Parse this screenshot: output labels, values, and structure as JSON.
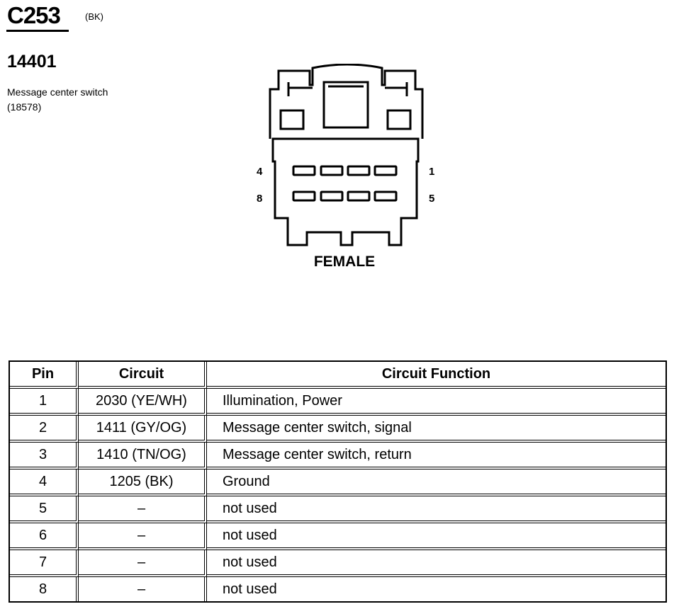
{
  "connector": {
    "id": "C253",
    "color": "(BK)",
    "part_number": "14401",
    "component": "Message center switch (18578)",
    "view": "FEMALE",
    "pin_labels": {
      "top_left": "4",
      "top_right": "1",
      "bottom_left": "8",
      "bottom_right": "5"
    }
  },
  "table": {
    "headers": {
      "pin": "Pin",
      "circuit": "Circuit",
      "function": "Circuit Function"
    },
    "rows": [
      {
        "pin": "1",
        "circuit": "2030 (YE/WH)",
        "function": "Illumination, Power"
      },
      {
        "pin": "2",
        "circuit": "1411 (GY/OG)",
        "function": "Message center switch, signal"
      },
      {
        "pin": "3",
        "circuit": "1410 (TN/OG)",
        "function": "Message center switch, return"
      },
      {
        "pin": "4",
        "circuit": "1205 (BK)",
        "function": "Ground"
      },
      {
        "pin": "5",
        "circuit": "–",
        "function": "not used"
      },
      {
        "pin": "6",
        "circuit": "–",
        "function": "not used"
      },
      {
        "pin": "7",
        "circuit": "–",
        "function": "not used"
      },
      {
        "pin": "8",
        "circuit": "–",
        "function": "not used"
      }
    ]
  }
}
